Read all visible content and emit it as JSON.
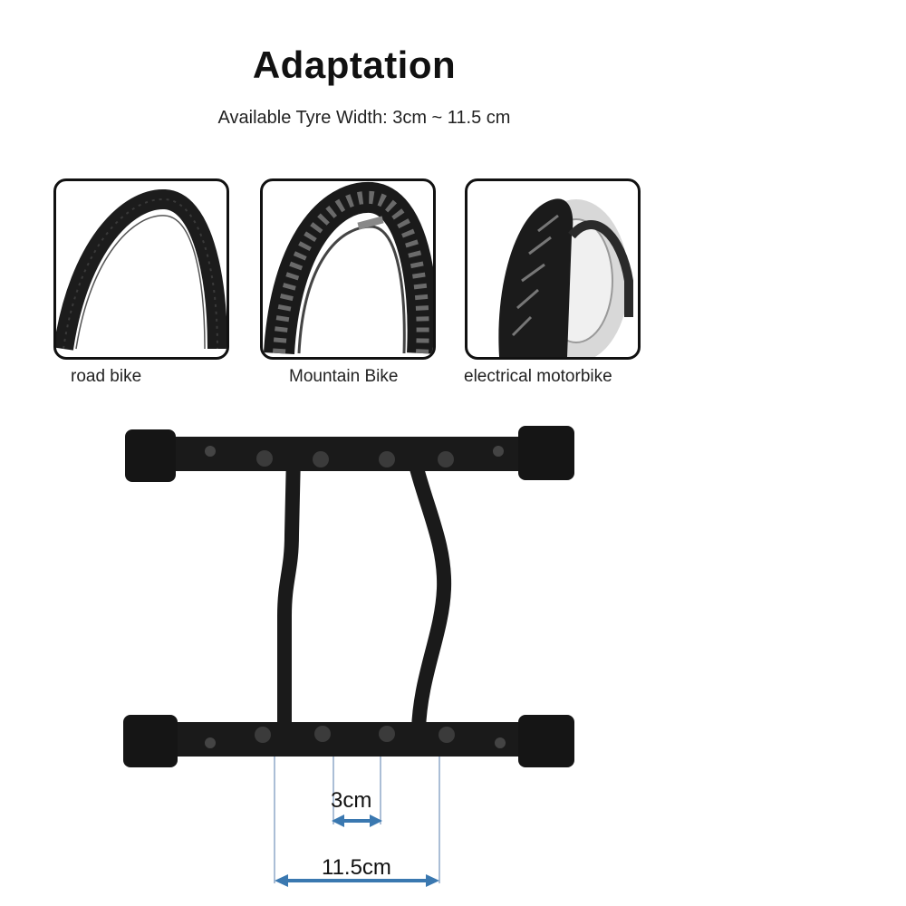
{
  "header": {
    "title": "Adaptation",
    "subtitle": "Available Tyre Width: 3cm ~ 11.5 cm"
  },
  "tyres": [
    {
      "label": "road bike",
      "icon": "road-bike-tyre-icon"
    },
    {
      "label": "Mountain Bike",
      "icon": "mountain-bike-tyre-icon"
    },
    {
      "label": "electrical motorbike",
      "icon": "motorbike-tyre-icon"
    }
  ],
  "stand": {
    "min_width_label": "3cm",
    "max_width_label": "11.5cm",
    "colors": {
      "frame": "#1a1a1a",
      "dimension_arrow": "#3a78b0",
      "guide_line": "#8fa9c8"
    }
  }
}
